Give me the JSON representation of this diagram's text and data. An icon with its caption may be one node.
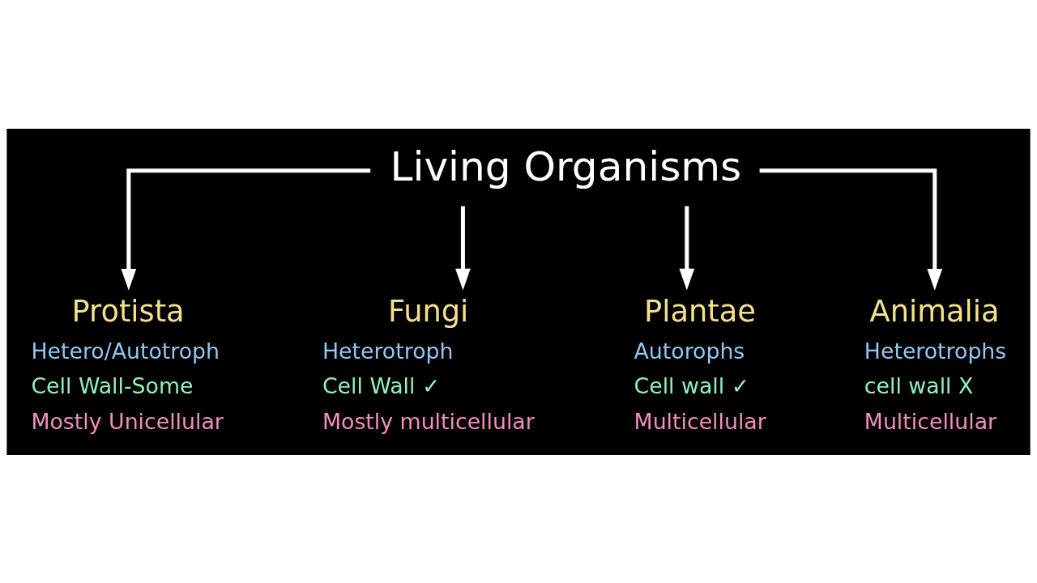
{
  "diagram": {
    "nodes": [
      {
        "text": [
          "Living Organisms"
        ]
      },
      {
        "text": [
          "Protista"
        ],
        "beside": [
          "Hetero/Autotroph",
          "Cell Wall-Some",
          "Mostly Unicellular"
        ]
      },
      {
        "text": [
          "Fungi"
        ],
        "beside": [
          "Heterotroph",
          "Cell Wall ✓",
          "Mostly multicellular"
        ]
      },
      {
        "text": [
          "Plantae"
        ],
        "beside": [
          "Autorophs",
          "Cell wall ✓",
          "Multicellular"
        ]
      },
      {
        "text": [
          "Animalia"
        ],
        "beside": [
          "Heterotrophs",
          "cell wall X",
          "Multicellular"
        ]
      }
    ],
    "edges": [
      {
        "from": 0,
        "to": 1,
        "arrow": "to"
      },
      {
        "from": 0,
        "to": 2,
        "arrow": "to"
      },
      {
        "from": 0,
        "to": 3,
        "arrow": "to"
      },
      {
        "from": 0,
        "to": 4,
        "arrow": "to"
      }
    ]
  }
}
